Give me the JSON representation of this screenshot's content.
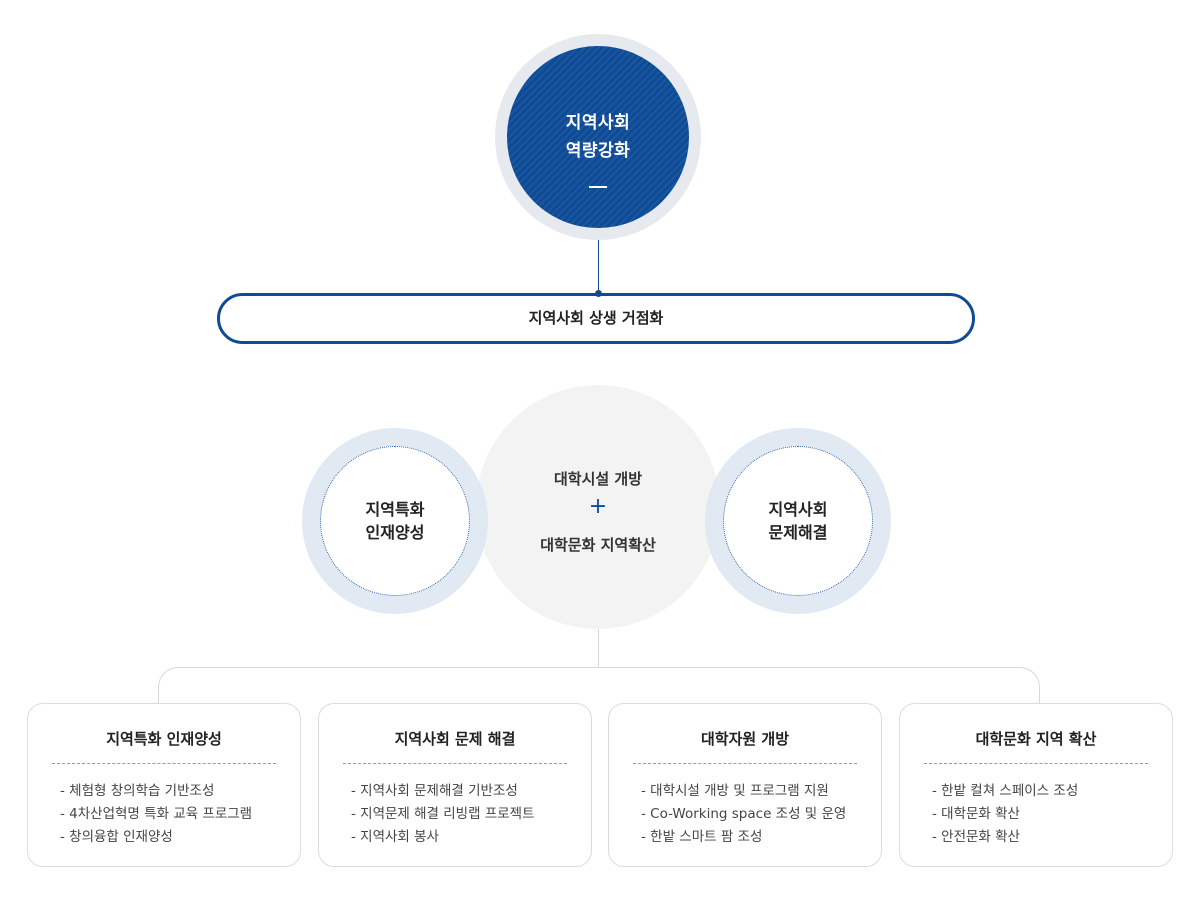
{
  "top": {
    "line1": "지역사회",
    "line2": "역량강화"
  },
  "pill_label": "지역사회 상생 거점화",
  "center": {
    "line1": "대학시설 개방",
    "plus": "+",
    "line2": "대학문화 지역확산"
  },
  "left_circle": {
    "line1": "지역특화",
    "line2": "인재양성"
  },
  "right_circle": {
    "line1": "지역사회",
    "line2": "문제해결"
  },
  "cards": [
    {
      "title": "지역특화 인재양성",
      "items": [
        "- 체험형 창의학습 기반조성",
        "- 4차산업혁명 특화 교육 프로그램",
        "- 창의융합 인재양성"
      ]
    },
    {
      "title": "지역사회 문제 해결",
      "items": [
        "- 지역사회 문제해결 기반조성",
        "- 지역문제 해결 리빙랩 프로젝트",
        "- 지역사회 봉사"
      ]
    },
    {
      "title": "대학자원 개방",
      "items": [
        "- 대학시설 개방 및 프로그램 지원",
        "- Co-Working space 조성 및 운영",
        "- 한밭 스마트 팜 조성"
      ]
    },
    {
      "title": "대학문화 지역 확산",
      "items": [
        "- 한밭 컬쳐 스페이스 조성",
        "- 대학문화 확산",
        "- 안전문화 확산"
      ]
    }
  ],
  "colors": {
    "primary": "#0e4b97",
    "ring_gray": "#e6e9ee",
    "ring_light_blue": "#dce6f1",
    "center_gray": "#f3f3f3"
  }
}
